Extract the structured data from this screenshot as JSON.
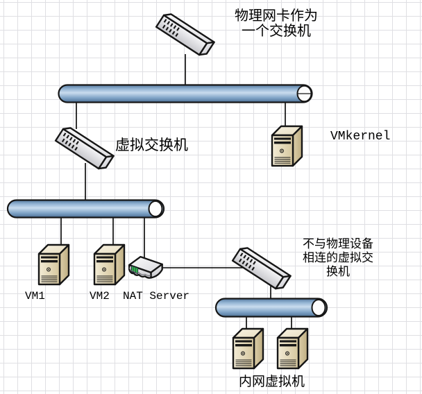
{
  "diagram": {
    "kind": "network-topology",
    "labels": {
      "physical_nic_note": "物理网卡作为\n一个交换机",
      "virtual_switch": "虚拟交换机",
      "vmkernel": "VMkernel",
      "vm1": "VM1",
      "vm2": "VM2",
      "nat_server": "NAT Server",
      "isolated_switch_note": "不与物理设备\n相连的虚拟交\n换机",
      "internal_vms": "内网虚拟机"
    },
    "nodes": [
      {
        "id": "physical-nic-switch",
        "type": "switch",
        "label": "物理网卡作为 一个交换机"
      },
      {
        "id": "bus-1",
        "type": "ethernet-bus",
        "label": ""
      },
      {
        "id": "virtual-switch",
        "type": "switch",
        "label": "虚拟交换机"
      },
      {
        "id": "vmkernel",
        "type": "server",
        "label": "VMkernel"
      },
      {
        "id": "bus-2",
        "type": "ethernet-bus",
        "label": ""
      },
      {
        "id": "vm1",
        "type": "server",
        "label": "VM1"
      },
      {
        "id": "vm2",
        "type": "server",
        "label": "VM2"
      },
      {
        "id": "nat-server",
        "type": "router",
        "label": "NAT Server"
      },
      {
        "id": "isolated-virtual-switch",
        "type": "switch",
        "label": "不与物理设备相连的虚拟交换机"
      },
      {
        "id": "bus-3",
        "type": "ethernet-bus",
        "label": ""
      },
      {
        "id": "internal-vm-1",
        "type": "server",
        "label": "内网虚拟机"
      },
      {
        "id": "internal-vm-2",
        "type": "server",
        "label": "内网虚拟机"
      }
    ],
    "edges": [
      [
        "physical-nic-switch",
        "bus-1"
      ],
      [
        "bus-1",
        "virtual-switch"
      ],
      [
        "bus-1",
        "vmkernel"
      ],
      [
        "virtual-switch",
        "bus-2"
      ],
      [
        "bus-2",
        "vm1"
      ],
      [
        "bus-2",
        "vm2"
      ],
      [
        "bus-2",
        "nat-server"
      ],
      [
        "nat-server",
        "isolated-virtual-switch"
      ],
      [
        "isolated-virtual-switch",
        "bus-3"
      ],
      [
        "bus-3",
        "internal-vm-1"
      ],
      [
        "bus-3",
        "internal-vm-2"
      ]
    ],
    "colors": {
      "background": "#FFFFFF",
      "grid_line": "#DFDFE3",
      "outline": "#161616",
      "bus_light": "#C9DCEE",
      "bus_dark": "#4C7096",
      "switch_fill": "#EFEFF2",
      "server_fill": "#E6DCBB",
      "nat_led_green": "#35C24F"
    }
  }
}
